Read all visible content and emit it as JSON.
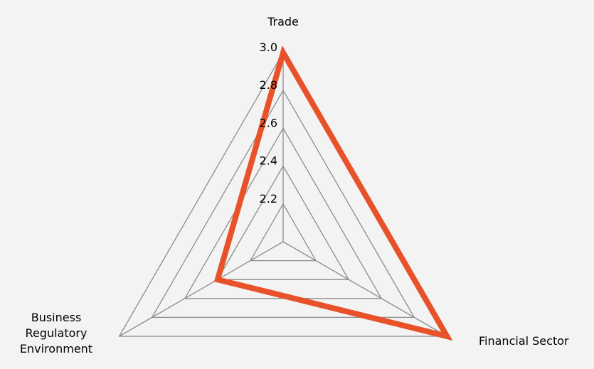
{
  "chart_data": {
    "type": "radar",
    "axes": [
      "Trade",
      "Financial Sector",
      "Business Regulatory Environment"
    ],
    "axis_label_lines": [
      [
        "Trade"
      ],
      [
        "Financial Sector"
      ],
      [
        "Business",
        "Regulatory",
        "Environment"
      ]
    ],
    "range": [
      2.0,
      3.0
    ],
    "ticks": [
      2.2,
      2.4,
      2.6,
      2.8,
      3.0
    ],
    "tick_labels": [
      "2.2",
      "2.4",
      "2.6",
      "2.8",
      "3.0"
    ],
    "series": [
      {
        "values": [
          3.0,
          3.0,
          2.4
        ],
        "color": "#e8522a"
      }
    ],
    "grid_color": "#8c8c8c"
  }
}
